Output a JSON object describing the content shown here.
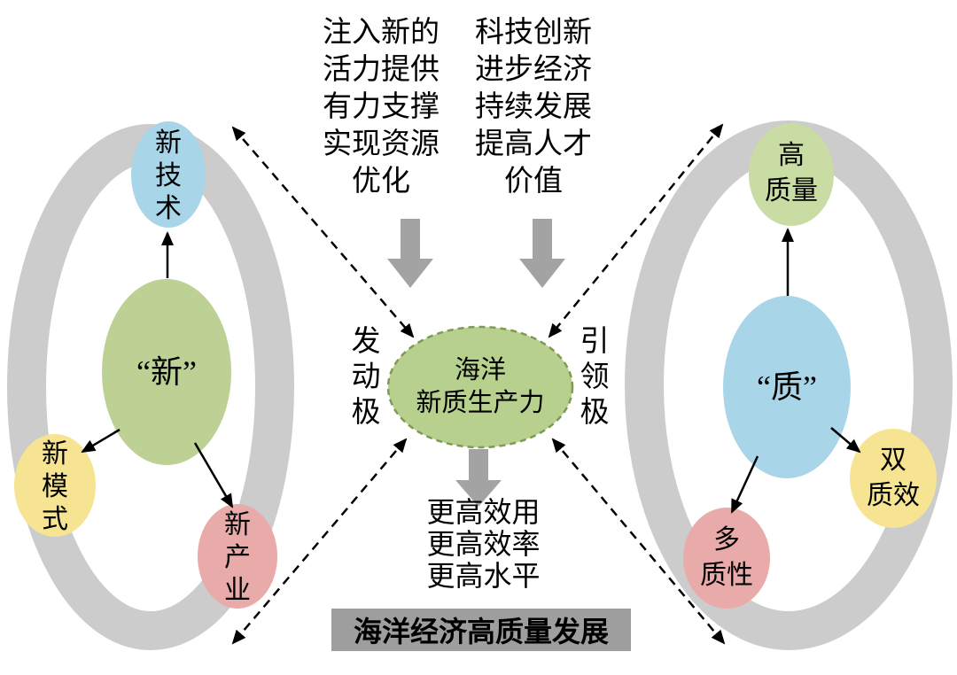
{
  "colors": {
    "ring": "#cccccc",
    "blue": "#a9d5e8",
    "green": "#bdd194",
    "green_light": "#c8dca4",
    "yellow": "#f6e492",
    "pink": "#e9abaa",
    "center_fill": "#b7d08e",
    "center_border": "#7e9a55",
    "thick_arrow": "#a3a3a3",
    "bottom_box": "#9e9e9e"
  },
  "top_text": {
    "left": "注入新的\n活力提供\n有力支撑\n实现资源\n优化",
    "right": "科技创新\n进步经济\n持续发展\n提高人才\n价值"
  },
  "center": {
    "label": "海洋\n新质生产力",
    "left_pole": "发\n动\n极",
    "right_pole": "引\n领\n极"
  },
  "left_ring": {
    "center": "“新”",
    "top": "新\n技\n术",
    "bottom_left": "新\n模\n式",
    "bottom_right": "新\n产\n业"
  },
  "right_ring": {
    "center": "“质”",
    "top": "高\n质量",
    "bottom_left": "多\n质性",
    "bottom_right": "双\n质效"
  },
  "bottom": {
    "outcomes": "更高效用\n更高效率\n更高水平",
    "box_label": "海洋经济高质量发展"
  }
}
